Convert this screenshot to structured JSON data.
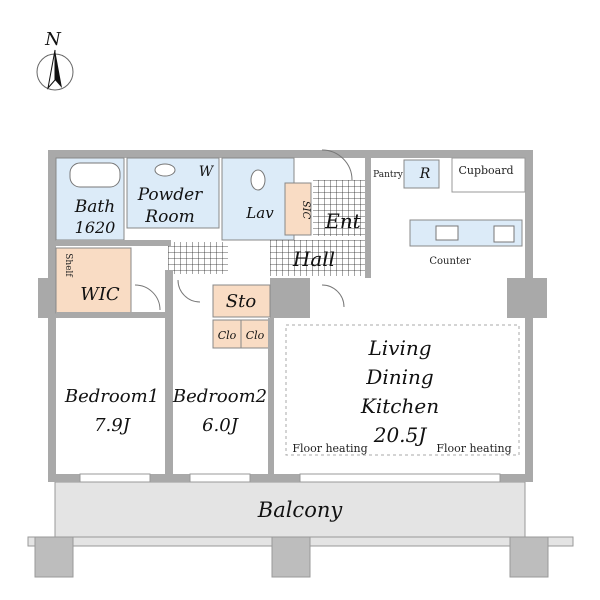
{
  "compass": {
    "letter": "N",
    "icon": "north-arrow-icon"
  },
  "rooms": {
    "bath": {
      "name": "Bath",
      "size": "1620"
    },
    "powder_room": {
      "line1": "Powder",
      "line2": "Room",
      "washer": "W"
    },
    "lav": "Lav",
    "sic": "SIC",
    "entrance": "Ent",
    "pantry": "Pantry",
    "refrigerator": "R",
    "cupboard": "Cupboard",
    "counter": "Counter",
    "shelf": "Shelf",
    "wic": "WIC",
    "hall": "Hall",
    "storage": "Sto",
    "closet_a": "Clo",
    "closet_b": "Clo",
    "ldk": {
      "line1": "Living",
      "line2": "Dining",
      "line3": "Kitchen",
      "size": "20.5J"
    },
    "floor_heating_left": "Floor heating",
    "floor_heating_right": "Floor heating",
    "bedroom1": {
      "name": "Bedroom1",
      "size": "7.9J"
    },
    "bedroom2": {
      "name": "Bedroom2",
      "size": "6.0J"
    },
    "balcony": "Balcony"
  },
  "colors": {
    "wall": "#a9a9a9",
    "wet_area": "#dcebf8",
    "storage": "#f9dcc4",
    "balcony": "#e4e4e4",
    "tile_line": "#222222"
  }
}
